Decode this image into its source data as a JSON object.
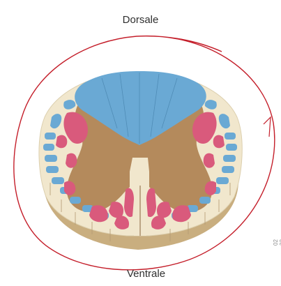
{
  "labels": {
    "dorsal": "Dorsale",
    "ventral": "Ventrale"
  },
  "watermark": "02 22",
  "colors": {
    "background": "#ffffff",
    "white_matter": "#f1e7cd",
    "white_matter_side": "#c9ae7f",
    "grey_matter": "#b48a5c",
    "dorsal_columns": "#6aa9d4",
    "tract_blue": "#6aa9d4",
    "tract_red": "#d95a7c",
    "annotation_circle": "#c41e2a",
    "label_text": "#2f2f2f"
  }
}
